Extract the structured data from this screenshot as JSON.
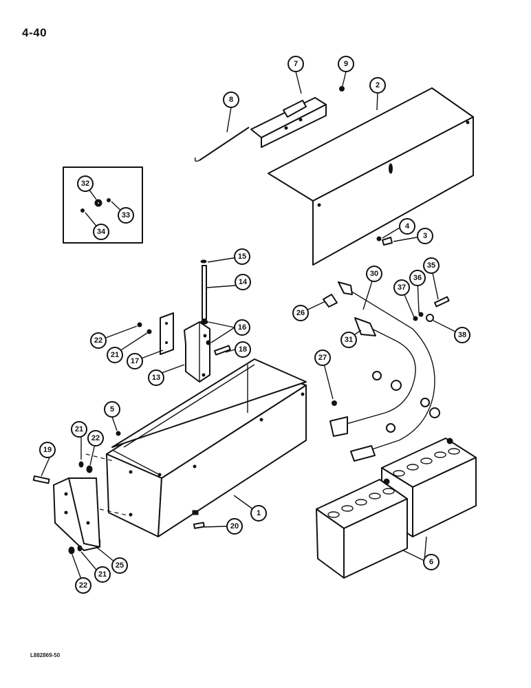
{
  "page_number": "4-40",
  "figure_code": "L882869-50",
  "callouts": [
    "1",
    "2",
    "3",
    "4",
    "5",
    "6",
    "7",
    "8",
    "9",
    "13",
    "14",
    "15",
    "16",
    "17",
    "18",
    "19",
    "20",
    "21",
    "21",
    "21",
    "22",
    "22",
    "22",
    "25",
    "26",
    "27",
    "30",
    "31",
    "32",
    "33",
    "34",
    "35",
    "36",
    "37",
    "38"
  ],
  "parts": {
    "battery_box": "battery-box",
    "battery_box_cover": "battery-box-cover",
    "batteries": "batteries",
    "cover_bracket": "cover-bracket",
    "latch_rod": "latch-rod",
    "hold_down_rod": "hold-down-rod",
    "hold_down_bracket": "hold-down-bracket",
    "mounting_plate": "mounting-plate",
    "battery_cables": "battery-cables",
    "inset_hardware_detail": "inset-hardware-detail"
  }
}
